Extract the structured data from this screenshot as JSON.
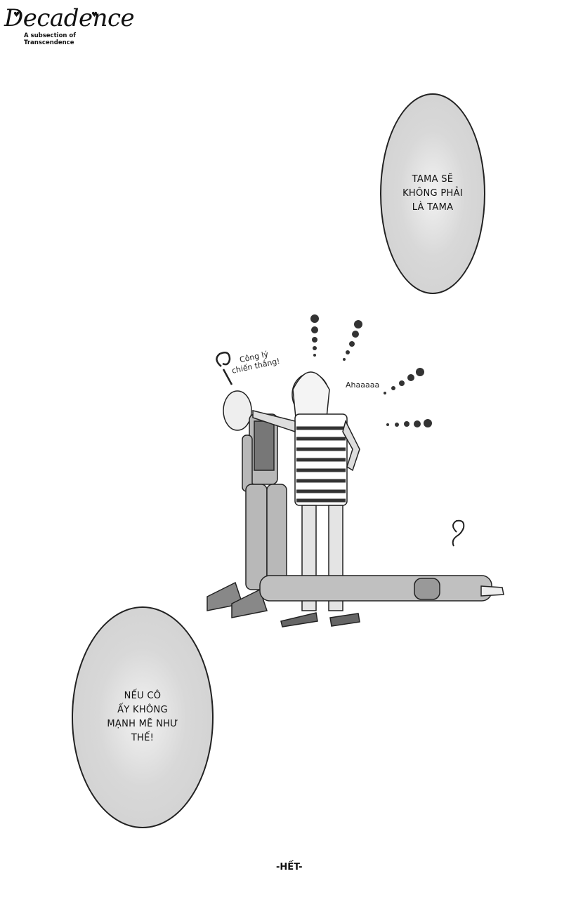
{
  "logo": {
    "title": "Decadence",
    "subtitle": "A subsection of Transcendence"
  },
  "bubbles": [
    {
      "id": "top-right",
      "lines": [
        "TAMA SẼ",
        "KHÔNG PHẢI",
        "LÀ TAMA"
      ]
    },
    {
      "id": "bottom-left",
      "lines": [
        "NẾU CÔ",
        "ẤY KHÔNG",
        "MẠNH MẼ NHƯ",
        "THẾ!"
      ]
    }
  ],
  "scene": {
    "sfx_left": [
      "Công lý",
      "chiến thắng!"
    ],
    "sfx_right": "Ahaaaaa",
    "question_mark": "?"
  },
  "end_mark": "-HẾT-"
}
